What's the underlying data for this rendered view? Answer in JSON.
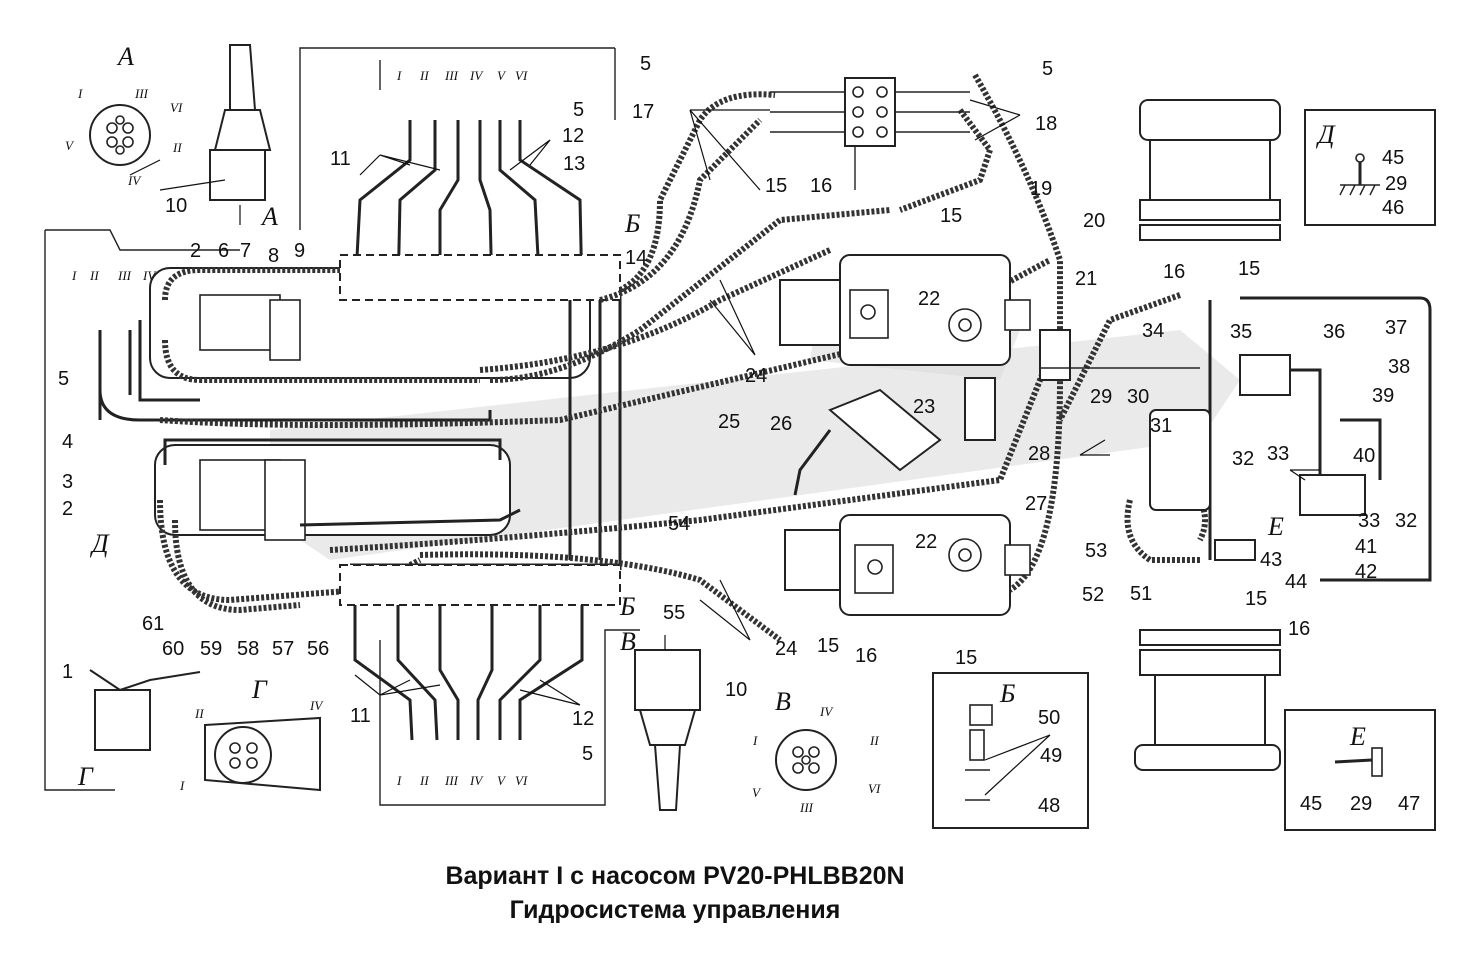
{
  "title": {
    "line1": "Вариант I с насосом PV20-PHLBB20N",
    "line2": "Гидросистема управления"
  },
  "views": {
    "A_top": "А",
    "A_arrow": "А",
    "B_top": "Б",
    "B_bottom": "Б",
    "B_inset": "Б",
    "V_top": "В",
    "V_view": "В",
    "G_view": "Г",
    "G_arrow": "Г",
    "D_inset": "Д",
    "D_left": "Д",
    "E_inset": "Е",
    "E_mid": "Е"
  },
  "roman": {
    "r1": "I",
    "r2": "II",
    "r3": "III",
    "r4": "IV",
    "r5": "V",
    "r6": "VI"
  },
  "callouts": [
    {
      "id": "c1",
      "text": "1"
    },
    {
      "id": "c2a",
      "text": "2"
    },
    {
      "id": "c2b",
      "text": "2"
    },
    {
      "id": "c3",
      "text": "3"
    },
    {
      "id": "c4",
      "text": "4"
    },
    {
      "id": "c5a",
      "text": "5"
    },
    {
      "id": "c5b",
      "text": "5"
    },
    {
      "id": "c5c",
      "text": "5"
    },
    {
      "id": "c5d",
      "text": "5"
    },
    {
      "id": "c5e",
      "text": "5"
    },
    {
      "id": "c6",
      "text": "6"
    },
    {
      "id": "c7",
      "text": "7"
    },
    {
      "id": "c8",
      "text": "8"
    },
    {
      "id": "c9",
      "text": "9"
    },
    {
      "id": "c10a",
      "text": "10"
    },
    {
      "id": "c10b",
      "text": "10"
    },
    {
      "id": "c11a",
      "text": "11"
    },
    {
      "id": "c11b",
      "text": "11"
    },
    {
      "id": "c12a",
      "text": "12"
    },
    {
      "id": "c12b",
      "text": "12"
    },
    {
      "id": "c13",
      "text": "13"
    },
    {
      "id": "c14",
      "text": "14"
    },
    {
      "id": "c15a",
      "text": "15"
    },
    {
      "id": "c15b",
      "text": "15"
    },
    {
      "id": "c15c",
      "text": "15"
    },
    {
      "id": "c15d",
      "text": "15"
    },
    {
      "id": "c15e",
      "text": "15"
    },
    {
      "id": "c15f",
      "text": "15"
    },
    {
      "id": "c16a",
      "text": "16"
    },
    {
      "id": "c16b",
      "text": "16"
    },
    {
      "id": "c16c",
      "text": "16"
    },
    {
      "id": "c16d",
      "text": "16"
    },
    {
      "id": "c17",
      "text": "17"
    },
    {
      "id": "c18",
      "text": "18"
    },
    {
      "id": "c19",
      "text": "19"
    },
    {
      "id": "c20",
      "text": "20"
    },
    {
      "id": "c21",
      "text": "21"
    },
    {
      "id": "c22a",
      "text": "22"
    },
    {
      "id": "c22b",
      "text": "22"
    },
    {
      "id": "c23",
      "text": "23"
    },
    {
      "id": "c24a",
      "text": "24"
    },
    {
      "id": "c24b",
      "text": "24"
    },
    {
      "id": "c25",
      "text": "25"
    },
    {
      "id": "c26",
      "text": "26"
    },
    {
      "id": "c27",
      "text": "27"
    },
    {
      "id": "c28",
      "text": "28"
    },
    {
      "id": "c29a",
      "text": "29"
    },
    {
      "id": "c29b",
      "text": "29"
    },
    {
      "id": "c29c",
      "text": "29"
    },
    {
      "id": "c30",
      "text": "30"
    },
    {
      "id": "c31",
      "text": "31"
    },
    {
      "id": "c32a",
      "text": "32"
    },
    {
      "id": "c32b",
      "text": "32"
    },
    {
      "id": "c33a",
      "text": "33"
    },
    {
      "id": "c33b",
      "text": "33"
    },
    {
      "id": "c34",
      "text": "34"
    },
    {
      "id": "c35",
      "text": "35"
    },
    {
      "id": "c36",
      "text": "36"
    },
    {
      "id": "c37",
      "text": "37"
    },
    {
      "id": "c38",
      "text": "38"
    },
    {
      "id": "c39",
      "text": "39"
    },
    {
      "id": "c40",
      "text": "40"
    },
    {
      "id": "c41",
      "text": "41"
    },
    {
      "id": "c42",
      "text": "42"
    },
    {
      "id": "c43",
      "text": "43"
    },
    {
      "id": "c44",
      "text": "44"
    },
    {
      "id": "c45a",
      "text": "45"
    },
    {
      "id": "c45b",
      "text": "45"
    },
    {
      "id": "c46",
      "text": "46"
    },
    {
      "id": "c47",
      "text": "47"
    },
    {
      "id": "c48",
      "text": "48"
    },
    {
      "id": "c49",
      "text": "49"
    },
    {
      "id": "c50",
      "text": "50"
    },
    {
      "id": "c51",
      "text": "51"
    },
    {
      "id": "c52",
      "text": "52"
    },
    {
      "id": "c53",
      "text": "53"
    },
    {
      "id": "c54",
      "text": "54"
    },
    {
      "id": "c55",
      "text": "55"
    },
    {
      "id": "c56",
      "text": "56"
    },
    {
      "id": "c57",
      "text": "57"
    },
    {
      "id": "c58",
      "text": "58"
    },
    {
      "id": "c59",
      "text": "59"
    },
    {
      "id": "c60",
      "text": "60"
    },
    {
      "id": "c61",
      "text": "61"
    }
  ]
}
